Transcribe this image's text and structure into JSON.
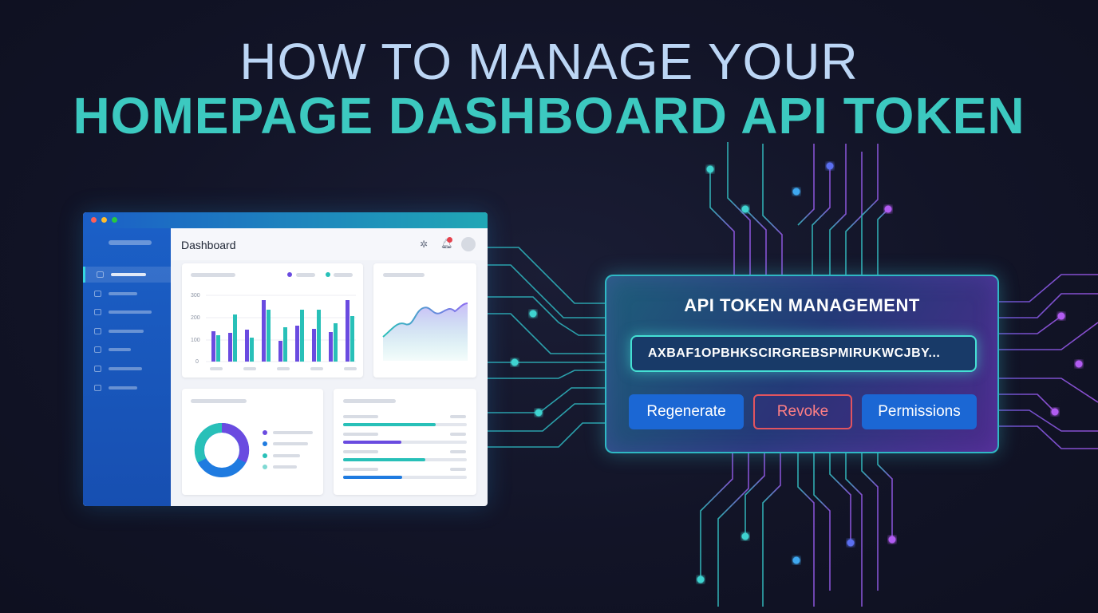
{
  "headline": {
    "line1": "HOW TO MANAGE YOUR",
    "line2": "HOMEPAGE DASHBOARD API TOKEN"
  },
  "dashboard": {
    "title": "Dashboard",
    "chart_axis_ticks": [
      "300",
      "200",
      "100",
      "0"
    ],
    "window_dot_colors": [
      "#ff5f57",
      "#febc2e",
      "#28c840"
    ]
  },
  "token_panel": {
    "title": "API TOKEN MANAGEMENT",
    "token_value": "AXBAF1OPBHKSCIRGREBSPMIRUKWCJBY...",
    "buttons": {
      "regenerate": "Regenerate",
      "revoke": "Revoke",
      "permissions": "Permissions"
    }
  },
  "colors": {
    "headline_line1": "#bcd6f5",
    "headline_line2": "#3cc9c0",
    "accent_teal": "#45e0d4",
    "accent_purple": "#9a5cf0",
    "button_primary": "#1b67d4",
    "button_danger": "#e2545f"
  }
}
